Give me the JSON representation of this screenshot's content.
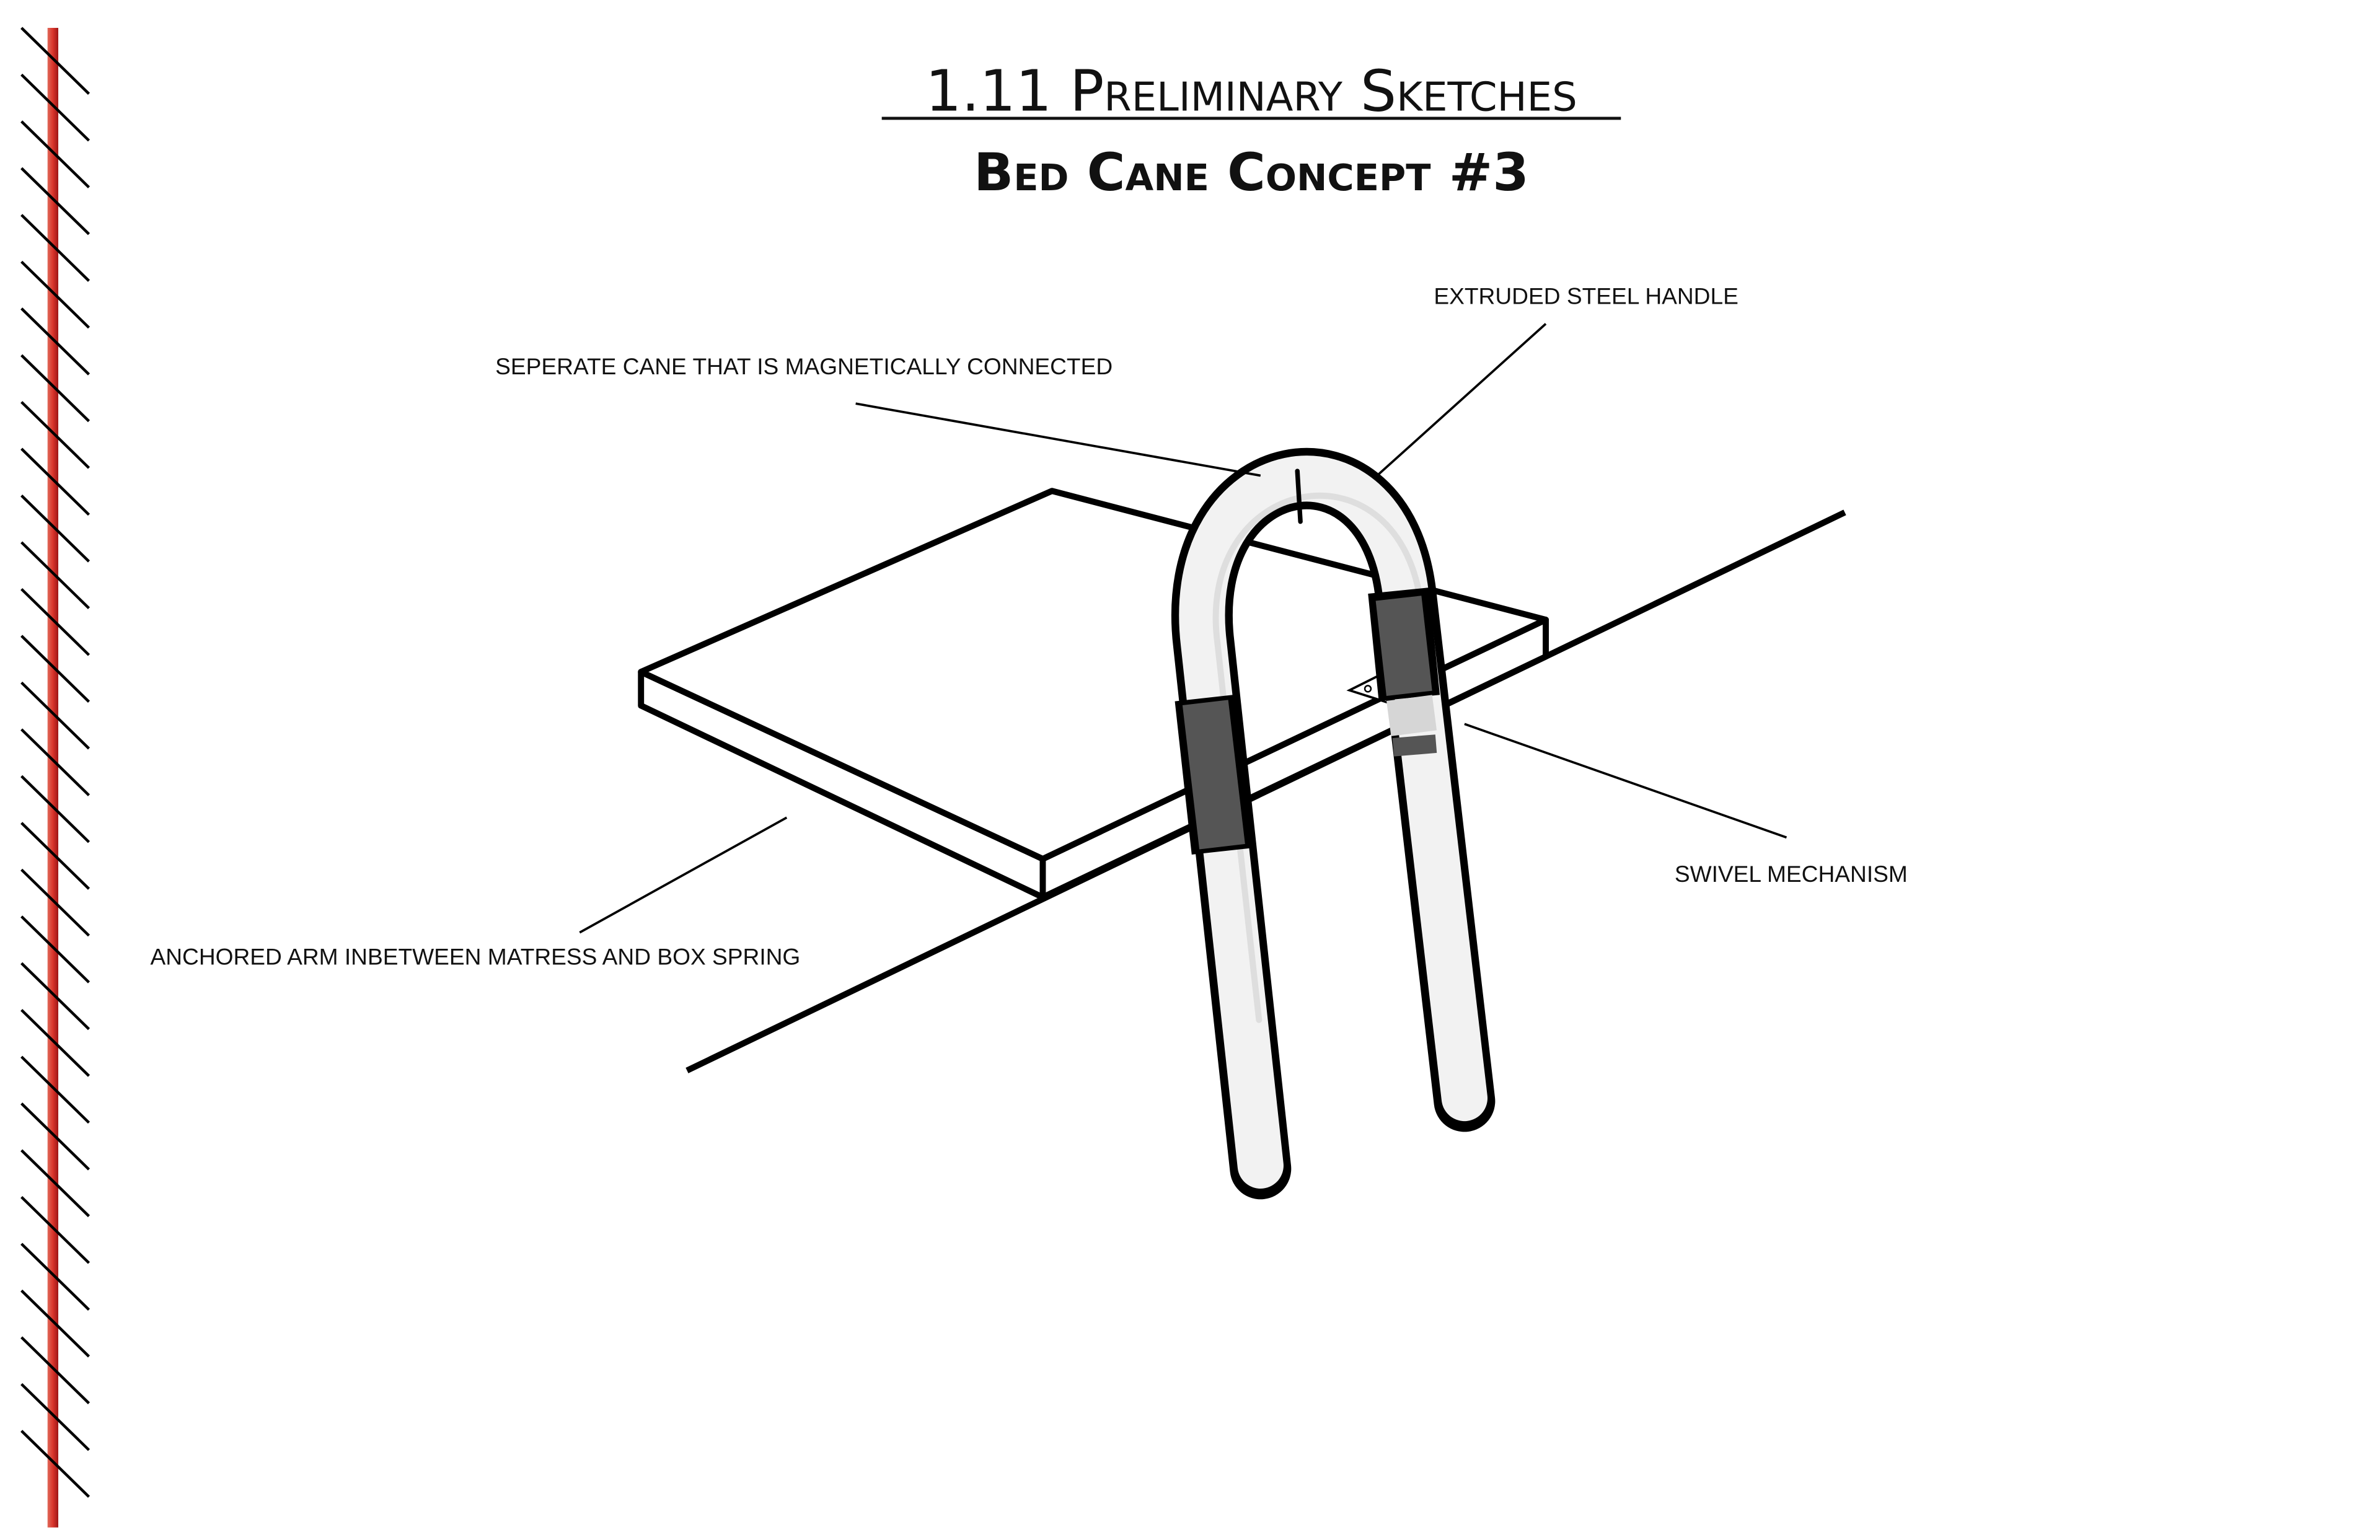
{
  "title": "1.11 Preliminary Sketches",
  "subtitle": "Bed Cane Concept #3",
  "labels": {
    "handle": "EXTRUDED STEEL HANDLE",
    "cane": "SEPERATE CANE THAT IS MAGNETICALLY CONNECTED",
    "swivel": "SWIVEL MECHANISM",
    "arm": "ANCHORED ARM INBETWEEN MATRESS AND BOX SPRING"
  },
  "colors": {
    "binding": "#d9342b",
    "grip": "#555555",
    "swivel": "#d6d6d6"
  }
}
